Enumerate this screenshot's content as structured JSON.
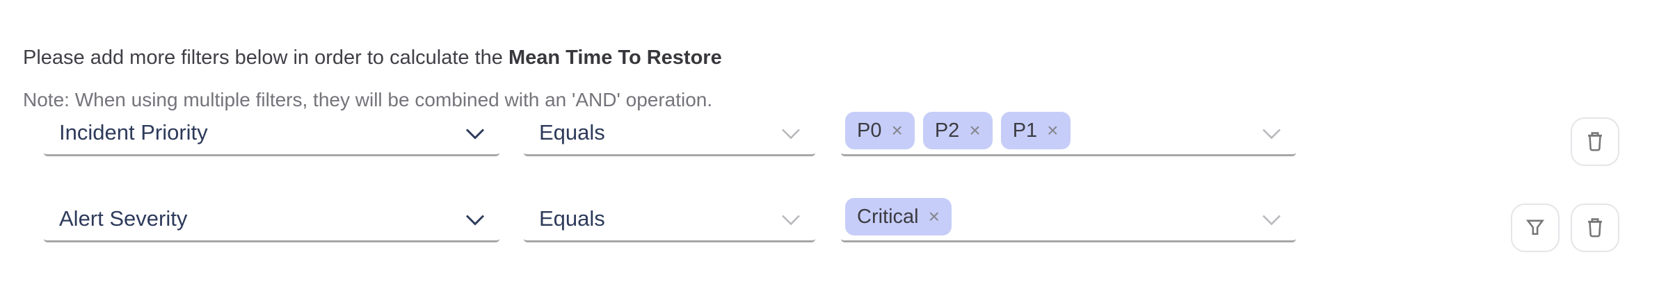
{
  "header": {
    "intro_text": "Please add more filters below in order to calculate the ",
    "intro_bold": "Mean Time To Restore",
    "note": "Note: When using multiple filters, they will be combined with an 'AND' operation."
  },
  "ui": {
    "remove_glyph": "×"
  },
  "colors": {
    "header_text": "#3f3f46",
    "header_bold_text": "#37373c",
    "note_text": "#74747b",
    "field_text": "#2d3a5a",
    "chevron_muted": "#b9b9bd",
    "underline": "#a6a6a6",
    "tag_bg": "#c6cdf8",
    "tag_text": "#3b3b41",
    "tag_remove": "#85858d",
    "btn_border": "#e5e5e9",
    "icon": "#757575"
  },
  "rows": [
    {
      "field": "Incident Priority",
      "operator": "Equals",
      "values": [
        "P0",
        "P2",
        "P1"
      ],
      "actions": [
        "delete"
      ]
    },
    {
      "field": "Alert Severity",
      "operator": "Equals",
      "values": [
        "Critical"
      ],
      "actions": [
        "filter",
        "delete"
      ]
    }
  ]
}
